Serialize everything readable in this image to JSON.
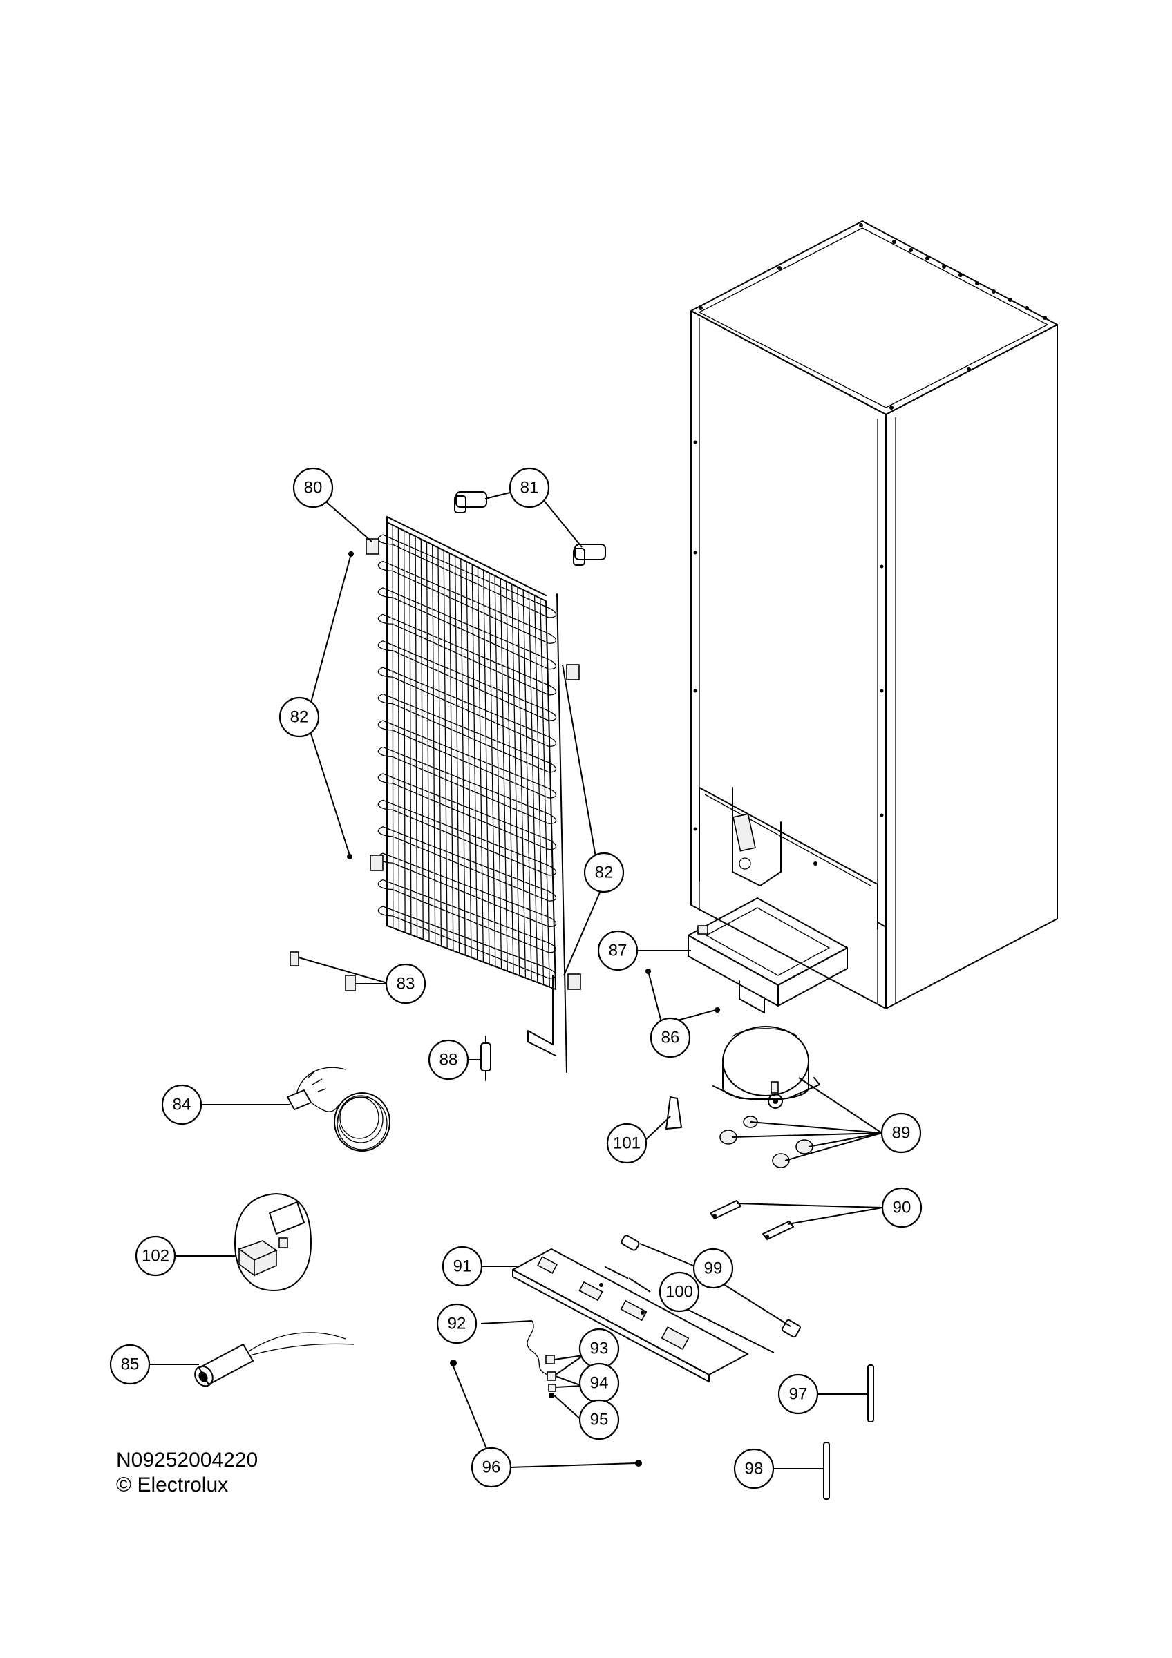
{
  "diagram": {
    "code": "N09252004220",
    "copyright": "© Electrolux",
    "callouts": [
      "80",
      "81",
      "82",
      "82",
      "83",
      "84",
      "85",
      "86",
      "87",
      "88",
      "89",
      "90",
      "91",
      "92",
      "93",
      "94",
      "95",
      "96",
      "97",
      "98",
      "99",
      "100",
      "101",
      "102"
    ]
  }
}
